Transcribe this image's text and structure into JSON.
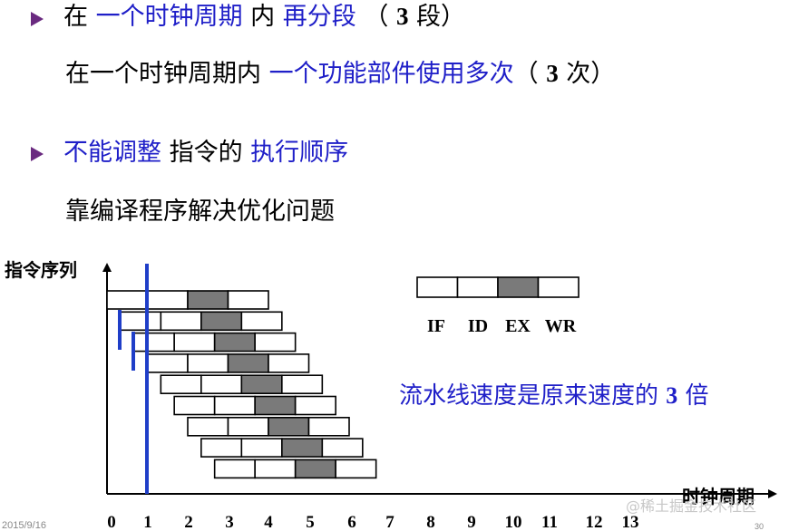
{
  "bullets": [
    {
      "segments": [
        {
          "text": "在 ",
          "style": "plain"
        },
        {
          "text": "一个时钟周期",
          "style": "hl"
        },
        {
          "text": " 内 ",
          "style": "plain"
        },
        {
          "text": "再分段",
          "style": "hl"
        },
        {
          "text": " （ ",
          "style": "plain"
        },
        {
          "text": "3",
          "style": "num"
        },
        {
          "text": " 段）",
          "style": "plain"
        }
      ],
      "sub": [
        {
          "text": "在一个时钟周期内 ",
          "style": "plain"
        },
        {
          "text": "一个功能部件使用多次",
          "style": "hl"
        },
        {
          "text": "（ ",
          "style": "plain"
        },
        {
          "text": "3",
          "style": "num"
        },
        {
          "text": " 次）",
          "style": "plain"
        }
      ]
    },
    {
      "segments": [
        {
          "text": "不能调整",
          "style": "hl"
        },
        {
          "text": " 指令的 ",
          "style": "plain"
        },
        {
          "text": "执行顺序",
          "style": "hl"
        }
      ],
      "sub": [
        {
          "text": "靠编译程序解决优化问题",
          "style": "plain"
        }
      ]
    }
  ],
  "diagram": {
    "y_axis_label": "指令序列",
    "x_axis_label": "时钟周期",
    "x_ticks": [
      "0",
      "1",
      "2",
      "3",
      "4",
      "5",
      "6",
      "7",
      "8",
      "9",
      "10",
      "11",
      "12",
      "13"
    ],
    "instruction_count": 9,
    "stages_per_instruction": 4,
    "shaded_stage_index": 2,
    "legend_stages": [
      "IF",
      "ID",
      "EX",
      "WR"
    ],
    "legend_shaded_index": 2,
    "annotation": [
      {
        "text": "流水线速度是原来速度的 ",
        "style": "hl"
      },
      {
        "text": "3",
        "style": "hlnum"
      },
      {
        "text": " 倍",
        "style": "hl"
      }
    ],
    "colors": {
      "shaded": "#7a7a7a",
      "box_fill": "#ffffff",
      "marker": "#1f3ec8",
      "text_blue": "#1f1fc8",
      "bullet": "#6a2a80"
    }
  },
  "footer": {
    "date": "2015/9/16",
    "page": "30",
    "watermark": "@稀土掘金技术社区"
  }
}
